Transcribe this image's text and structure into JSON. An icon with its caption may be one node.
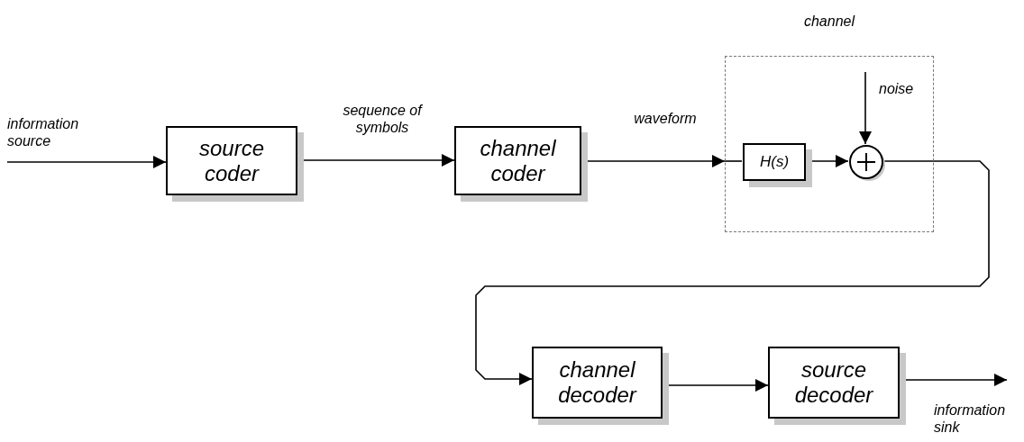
{
  "diagram": {
    "nodes": [
      {
        "text": [
          "information source"
        ]
      },
      {
        "text": [
          "source coder"
        ]
      },
      {
        "text": [
          "channel coder"
        ]
      },
      {
        "text": [
          "channel"
        ]
      },
      {
        "text": [
          "H(s)"
        ],
        "in": 3
      },
      {
        "text": [],
        "shape": "circle",
        "in": 3
      },
      {
        "text": [
          "noise"
        ],
        "in": 3
      },
      {
        "text": [
          "channel decoder"
        ]
      },
      {
        "text": [
          "source decoder"
        ]
      },
      {
        "text": [
          "information sink"
        ]
      }
    ],
    "edges": [
      {
        "from": 0,
        "to": 1,
        "arrow": "to"
      },
      {
        "from": 1,
        "to": 2,
        "arrow": "to",
        "label": "sequence of symbols"
      },
      {
        "from": 2,
        "to": 3,
        "arrow": "to",
        "label": "waveform"
      },
      {
        "from": 3,
        "to": 4,
        "arrow": "none"
      },
      {
        "from": 4,
        "to": 5,
        "arrow": "to"
      },
      {
        "from": 6,
        "to": 5,
        "arrow": "to"
      },
      {
        "from": 5,
        "to": 7,
        "arrow": "to"
      },
      {
        "from": 7,
        "to": 8,
        "arrow": "to"
      },
      {
        "from": 8,
        "to": 9,
        "arrow": "to"
      }
    ]
  }
}
